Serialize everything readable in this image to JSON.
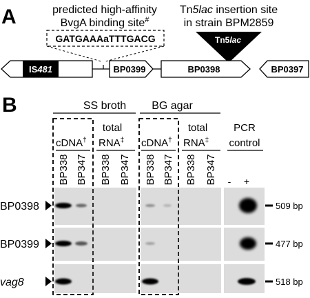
{
  "panel_a": {
    "label": "A",
    "predicted_site_line1": "predicted high-affinity",
    "predicted_site_line2_pre": "BvgA binding site",
    "predicted_site_line2_sup": "#",
    "binding_sequence": "GATGAAAaTTTGACG",
    "tn_line1_pre": "Tn",
    "tn_line1_italic": "5lac",
    "tn_line1_post": " insertion site",
    "tn_line2": "in strain BPM2859",
    "tn_marker_pre": "Tn5",
    "tn_marker_italic": "lac",
    "genes": {
      "is481_pre": "IS",
      "is481_italic": "481",
      "bp0399": "BP0399",
      "bp0398": "BP0398",
      "bp0397": "BP0397"
    }
  },
  "panel_b": {
    "label": "B",
    "group_ss": "SS broth",
    "group_bg": "BG agar",
    "cdna_label": "cDNA",
    "cdna_sup": "†",
    "total_label": "total",
    "rna_label": "RNA",
    "rna_sup": "‡",
    "pcr_label_1": "PCR",
    "pcr_label_2": "control",
    "lanes": [
      "BP338",
      "BP347",
      "BP338",
      "BP347",
      "BP338",
      "BP347",
      "BP338",
      "BP347"
    ],
    "pcr_neg": "-",
    "pcr_pos": "+",
    "rows": [
      {
        "label": "BP0398",
        "italic": false,
        "size": "509 bp"
      },
      {
        "label": "BP0399",
        "italic": false,
        "size": "477 bp"
      },
      {
        "label": "vag8",
        "italic": true,
        "size": "518 bp"
      }
    ]
  },
  "colors": {
    "gel_bg": "#dcdcdc",
    "band": "#000000",
    "gene_fill": "#ffffff",
    "is_fill": "#000000"
  }
}
